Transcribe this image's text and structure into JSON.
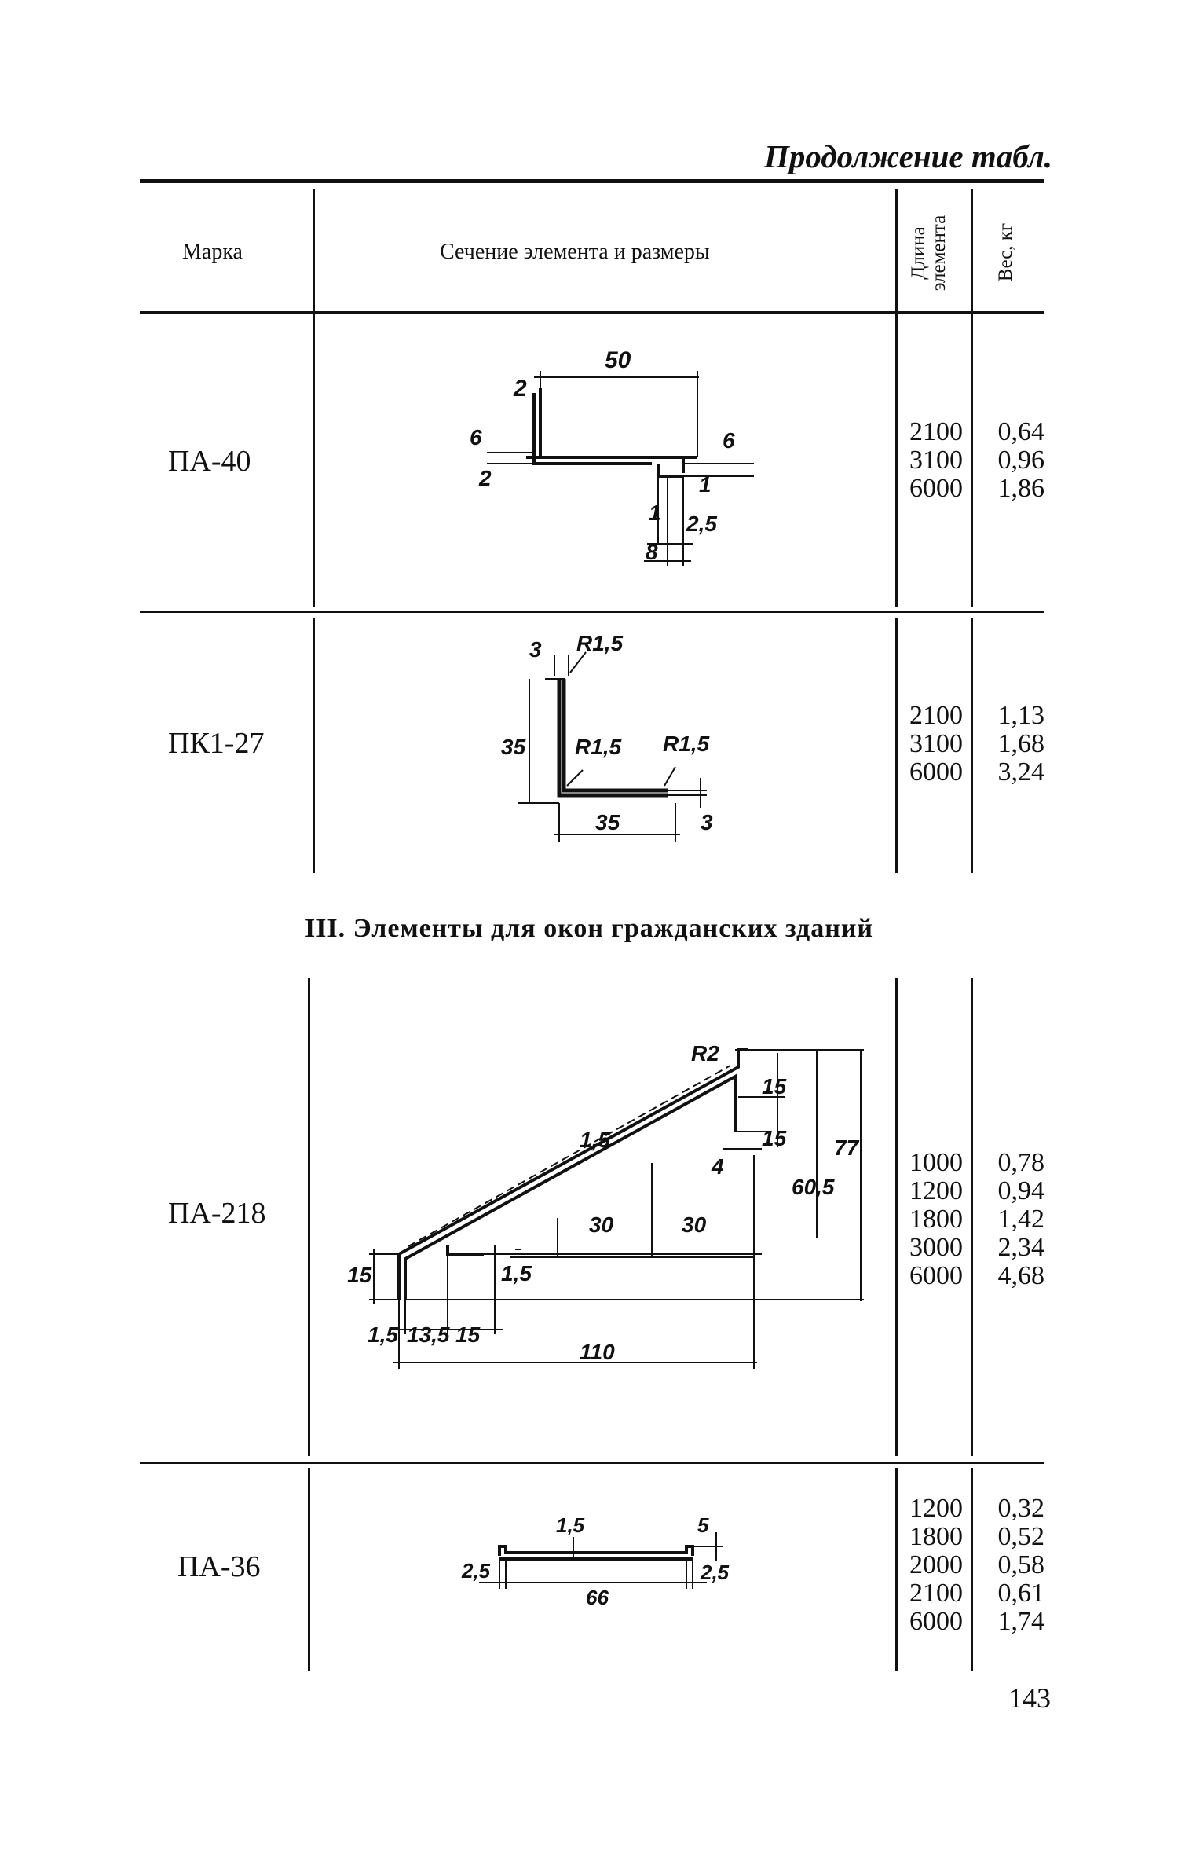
{
  "caption": "Продолжение табл.",
  "header": {
    "mark": "Марка",
    "section": "Сечение элемента и размеры",
    "length_line1": "Длина",
    "length_line2": "элемента",
    "weight": "Вес, кг"
  },
  "rows": [
    {
      "mark": "ПА-40",
      "lengths": [
        "2100",
        "3100",
        "6000"
      ],
      "weights": [
        "0,64",
        "0,96",
        "1,86"
      ],
      "dims": [
        "50",
        "2",
        "6",
        "2",
        "6",
        "1",
        "1",
        "2,5",
        "8"
      ]
    },
    {
      "mark": "ПК1-27",
      "lengths": [
        "2100",
        "3100",
        "6000"
      ],
      "weights": [
        "1,13",
        "1,68",
        "3,24"
      ],
      "dims": [
        "3",
        "R1,5",
        "35",
        "R1,5",
        "R1,5",
        "35",
        "3"
      ]
    }
  ],
  "section_title": "III. Элементы для окон гражданских зданий",
  "rows2": [
    {
      "mark": "ПА-218",
      "lengths": [
        "1000",
        "1200",
        "1800",
        "3000",
        "6000"
      ],
      "weights": [
        "0,78",
        "0,94",
        "1,42",
        "2,34",
        "4,68"
      ],
      "dims": [
        "R2",
        "15",
        "1,5",
        "15",
        "4",
        "60,5",
        "77",
        "30",
        "30",
        "15",
        "1,5",
        "1,5",
        "13,5",
        "15",
        "110"
      ]
    },
    {
      "mark": "ПА-36",
      "lengths": [
        "1200",
        "1800",
        "2000",
        "2100",
        "6000"
      ],
      "weights": [
        "0,32",
        "0,52",
        "0,58",
        "0,61",
        "1,74"
      ],
      "dims": [
        "1,5",
        "5",
        "2,5",
        "66",
        "2,5"
      ]
    }
  ],
  "page_number": "143"
}
